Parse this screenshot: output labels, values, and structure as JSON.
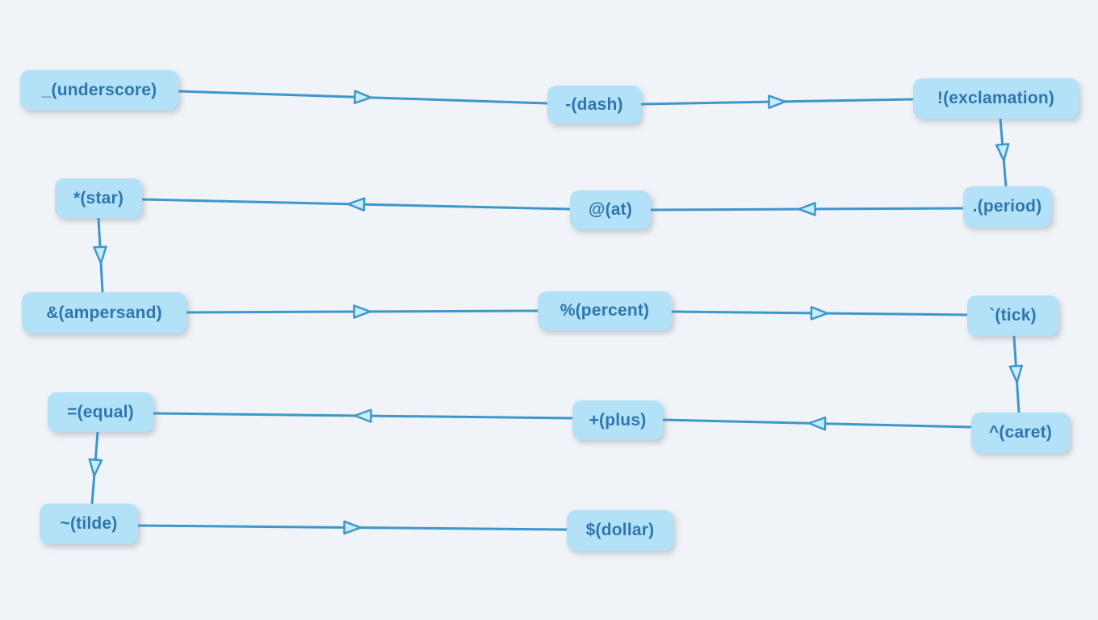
{
  "diagram": {
    "colors": {
      "background": "#f0f3f7",
      "node_fill": "#b3e1f8",
      "node_text": "#2e76ad",
      "edge_color": "#3d97cb",
      "arrow_fill": "#c8ecfb"
    },
    "nodes": [
      {
        "id": "underscore",
        "label": "_(underscore)"
      },
      {
        "id": "dash",
        "label": "-(dash)"
      },
      {
        "id": "exclamation",
        "label": "!(exclamation)"
      },
      {
        "id": "period",
        "label": ".(period)"
      },
      {
        "id": "at",
        "label": "@(at)"
      },
      {
        "id": "star",
        "label": "*(star)"
      },
      {
        "id": "ampersand",
        "label": "&(ampersand)"
      },
      {
        "id": "percent",
        "label": "%(percent)"
      },
      {
        "id": "tick",
        "label": "`(tick)"
      },
      {
        "id": "caret",
        "label": "^(caret)"
      },
      {
        "id": "plus",
        "label": "+(plus)"
      },
      {
        "id": "equal",
        "label": "=(equal)"
      },
      {
        "id": "tilde",
        "label": "~(tilde)"
      },
      {
        "id": "dollar",
        "label": "$(dollar)"
      }
    ],
    "edges": [
      {
        "from": "underscore",
        "to": "dash"
      },
      {
        "from": "dash",
        "to": "exclamation"
      },
      {
        "from": "exclamation",
        "to": "period"
      },
      {
        "from": "period",
        "to": "at"
      },
      {
        "from": "at",
        "to": "star"
      },
      {
        "from": "star",
        "to": "ampersand"
      },
      {
        "from": "ampersand",
        "to": "percent"
      },
      {
        "from": "percent",
        "to": "tick"
      },
      {
        "from": "tick",
        "to": "caret"
      },
      {
        "from": "caret",
        "to": "plus"
      },
      {
        "from": "plus",
        "to": "equal"
      },
      {
        "from": "equal",
        "to": "tilde"
      },
      {
        "from": "tilde",
        "to": "dollar"
      }
    ]
  }
}
